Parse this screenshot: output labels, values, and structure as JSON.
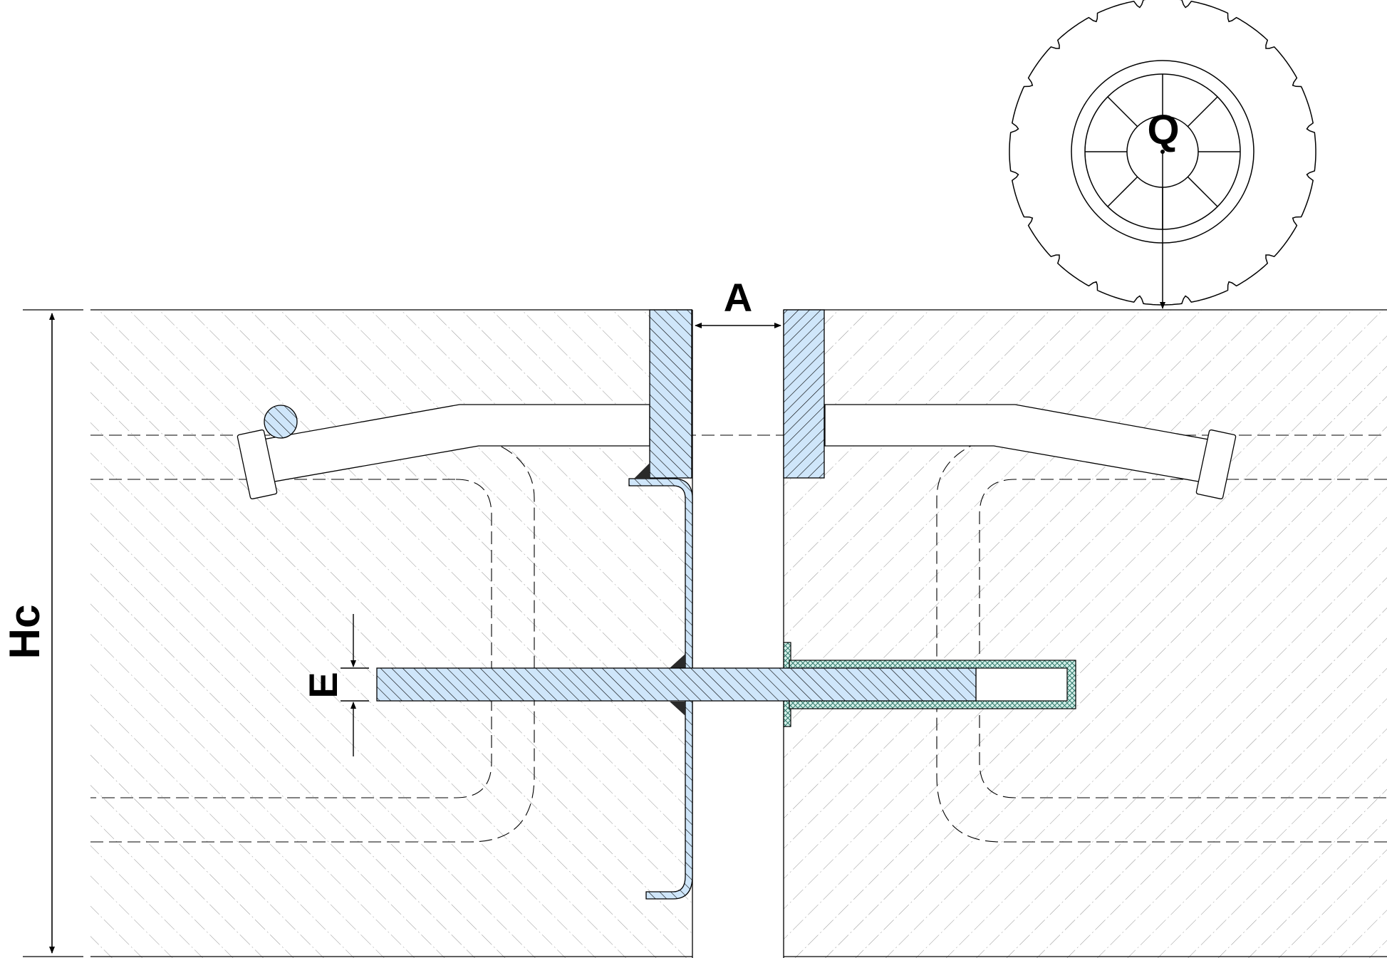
{
  "labels": {
    "gap": "A",
    "load": "Q",
    "depth": "Hc",
    "thickness": "E"
  },
  "colors": {
    "line": "#000000",
    "steel": "#cfe6fa",
    "sleeve": "#d5f0ea",
    "sleeve_hatch": "#1d6b5c",
    "hatch": "#555555",
    "weld": "#2a2a2a",
    "background": "#ffffff"
  },
  "icons": {
    "wheel": "wheel-icon"
  }
}
